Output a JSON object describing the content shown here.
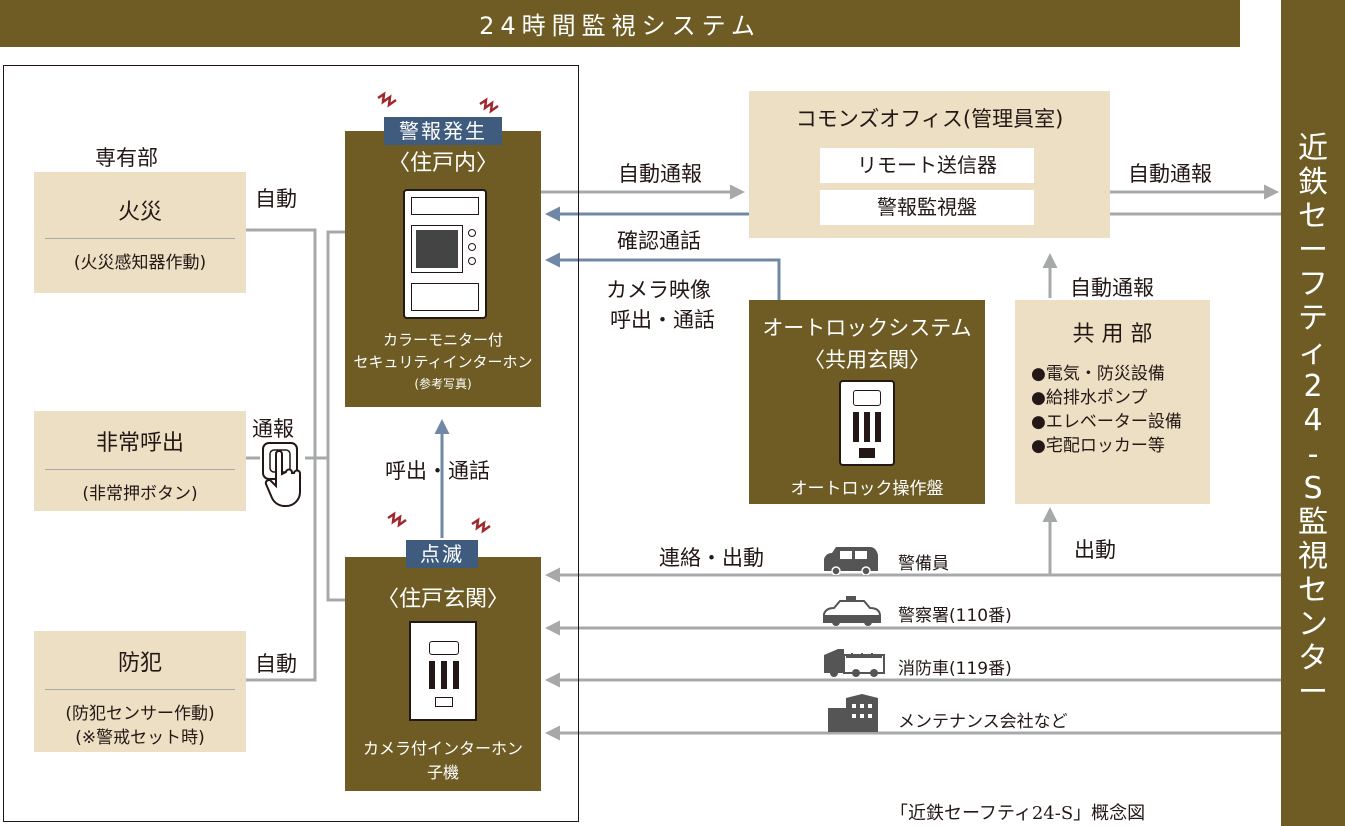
{
  "title": "24時間監視システム",
  "center": {
    "name": "近鉄セーフティ24-S監視センター",
    "glyphs": [
      "近",
      "鉄",
      "セ",
      "ー",
      "フ",
      "テ",
      "ィ",
      "2",
      "4",
      "-",
      "S",
      "監",
      "視",
      "セ",
      "ン",
      "タ",
      "ー"
    ]
  },
  "private": {
    "header": "専有部"
  },
  "fire": {
    "title": "火災",
    "sub": "(火災感知器作動)"
  },
  "emergency": {
    "title": "非常呼出",
    "sub": "(非常押ボタン)"
  },
  "crime": {
    "title": "防犯",
    "sub1": "(防犯センサー作動)",
    "sub2": "(※警戒セット時)"
  },
  "labels": {
    "auto1": "自動",
    "report": "通報",
    "auto2": "自動",
    "auto_report1": "自動通報",
    "confirm_call": "確認通話",
    "camera_image": "カメラ映像",
    "call_talk1": "呼出・通話",
    "auto_report2": "自動通報",
    "auto_report3": "自動通報",
    "call_talk2": "呼出・通話",
    "contact_dispatch": "連絡・出動",
    "dispatch": "出動"
  },
  "indoor": {
    "alarm_tag": "警報発生",
    "title": "〈住戸内〉",
    "caption1": "カラーモニター付",
    "caption2": "セキュリティインターホン",
    "caption3": "(参考写真)"
  },
  "entrance": {
    "tag": "点滅",
    "title": "〈住戸玄関〉",
    "caption1": "カメラ付インターホン",
    "caption2": "子機"
  },
  "office": {
    "title": "コモンズオフィス(管理員室)",
    "item1": "リモート送信器",
    "item2": "警報監視盤"
  },
  "autolock": {
    "title1": "オートロックシステム",
    "title2": "〈共用玄関〉",
    "caption": "オートロック操作盤"
  },
  "common": {
    "title": "共 用 部",
    "items": [
      "●電気・防災設備",
      "●給排水ポンプ",
      "●エレベーター設備",
      "●宅配ロッカー等"
    ]
  },
  "responders": [
    {
      "label": "警備員",
      "icon": "car-icon"
    },
    {
      "label": "警察署(110番)",
      "icon": "police-car-icon"
    },
    {
      "label": "消防車(119番)",
      "icon": "fire-truck-icon"
    },
    {
      "label": "メンテナンス会社など",
      "icon": "building-icon"
    }
  ],
  "footer": "「近鉄セーフティ24-S」概念図",
  "colors": {
    "olive": "#6e5c24",
    "beige": "#ecdfc3",
    "blue_arrow": "#7088a6",
    "gray_arrow": "#a7a8a9",
    "alarm_red": "#a0282d"
  }
}
